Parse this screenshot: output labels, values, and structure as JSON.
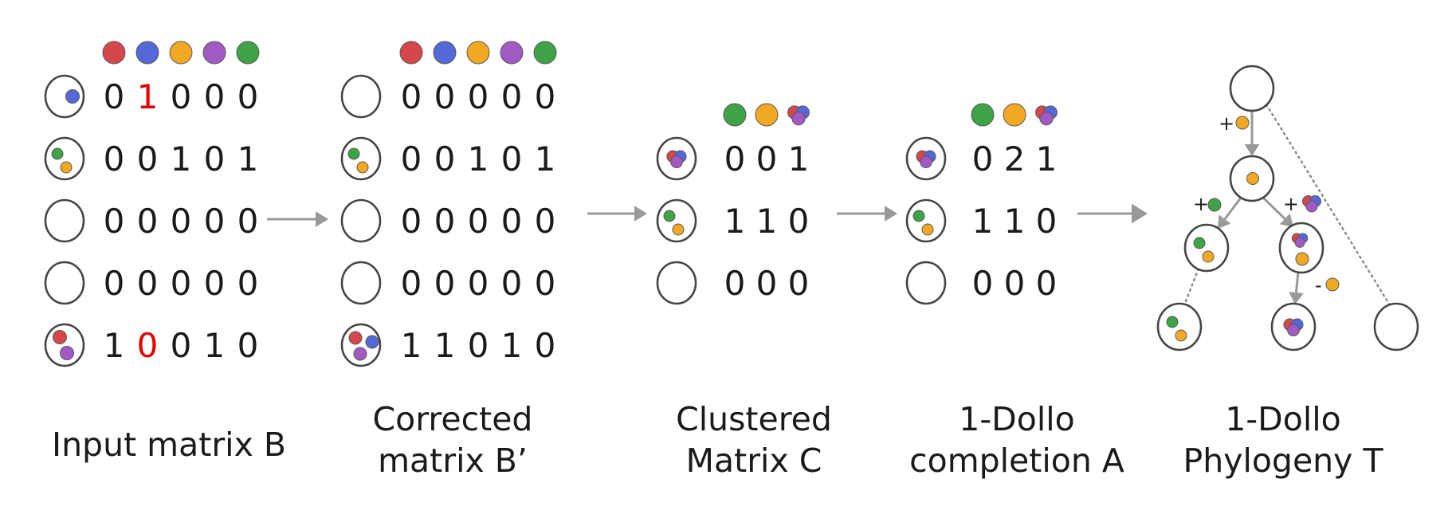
{
  "colors": {
    "red": "#d6474b",
    "blue": "#5468d8",
    "orange": "#f2a823",
    "purple": "#a259c4",
    "green": "#3ea246",
    "highlight": "#e00000",
    "arrow": "#999999"
  },
  "panels": {
    "input": {
      "caption": [
        "Input matrix B"
      ],
      "header": [
        "red",
        "blue",
        "orange",
        "purple",
        "green"
      ],
      "rows": [
        {
          "cells": [
            "0",
            "1",
            "0",
            "0",
            "0"
          ],
          "highlight": [
            1
          ],
          "cell_content": [
            "blue"
          ]
        },
        {
          "cells": [
            "0",
            "0",
            "1",
            "0",
            "1"
          ],
          "highlight": [],
          "cell_content": [
            "green",
            "orange"
          ]
        },
        {
          "cells": [
            "0",
            "0",
            "0",
            "0",
            "0"
          ],
          "highlight": [],
          "cell_content": []
        },
        {
          "cells": [
            "0",
            "0",
            "0",
            "0",
            "0"
          ],
          "highlight": [],
          "cell_content": []
        },
        {
          "cells": [
            "1",
            "0",
            "0",
            "1",
            "0"
          ],
          "highlight": [
            1
          ],
          "cell_content": [
            "red",
            "purple"
          ]
        }
      ]
    },
    "corrected": {
      "caption": [
        "Corrected",
        "matrix B’"
      ],
      "header": [
        "red",
        "blue",
        "orange",
        "purple",
        "green"
      ],
      "rows": [
        {
          "cells": [
            "0",
            "0",
            "0",
            "0",
            "0"
          ],
          "highlight": [],
          "cell_content": []
        },
        {
          "cells": [
            "0",
            "0",
            "1",
            "0",
            "1"
          ],
          "highlight": [],
          "cell_content": [
            "green",
            "orange"
          ]
        },
        {
          "cells": [
            "0",
            "0",
            "0",
            "0",
            "0"
          ],
          "highlight": [],
          "cell_content": []
        },
        {
          "cells": [
            "0",
            "0",
            "0",
            "0",
            "0"
          ],
          "highlight": [],
          "cell_content": []
        },
        {
          "cells": [
            "1",
            "1",
            "0",
            "1",
            "0"
          ],
          "highlight": [],
          "cell_content": [
            "red",
            "blue",
            "purple"
          ]
        }
      ]
    },
    "clustered": {
      "caption": [
        "Clustered",
        "Matrix C"
      ],
      "header": [
        "green",
        "orange",
        "cluster"
      ],
      "rows": [
        {
          "cells": [
            "0",
            "0",
            "1"
          ],
          "cell_content": [
            "cluster"
          ]
        },
        {
          "cells": [
            "1",
            "1",
            "0"
          ],
          "cell_content": [
            "green",
            "orange"
          ]
        },
        {
          "cells": [
            "0",
            "0",
            "0"
          ],
          "cell_content": []
        }
      ]
    },
    "completion": {
      "caption": [
        "1-Dollo",
        "completion A"
      ],
      "header": [
        "green",
        "orange",
        "cluster"
      ],
      "rows": [
        {
          "cells": [
            "0",
            "2",
            "1"
          ],
          "cell_content": [
            "cluster"
          ]
        },
        {
          "cells": [
            "1",
            "1",
            "0"
          ],
          "cell_content": [
            "green",
            "orange"
          ]
        },
        {
          "cells": [
            "0",
            "0",
            "0"
          ],
          "cell_content": []
        }
      ]
    },
    "phylogeny": {
      "caption": [
        "1-Dollo",
        "Phylogeny T"
      ],
      "edge_labels": {
        "root_to_mid": {
          "sign": "+",
          "marker": "orange"
        },
        "mid_to_left": {
          "sign": "+",
          "marker": "green"
        },
        "mid_to_right": {
          "sign": "+",
          "marker": "cluster"
        },
        "right_to_child": {
          "sign": "-",
          "marker": "orange"
        }
      }
    }
  }
}
